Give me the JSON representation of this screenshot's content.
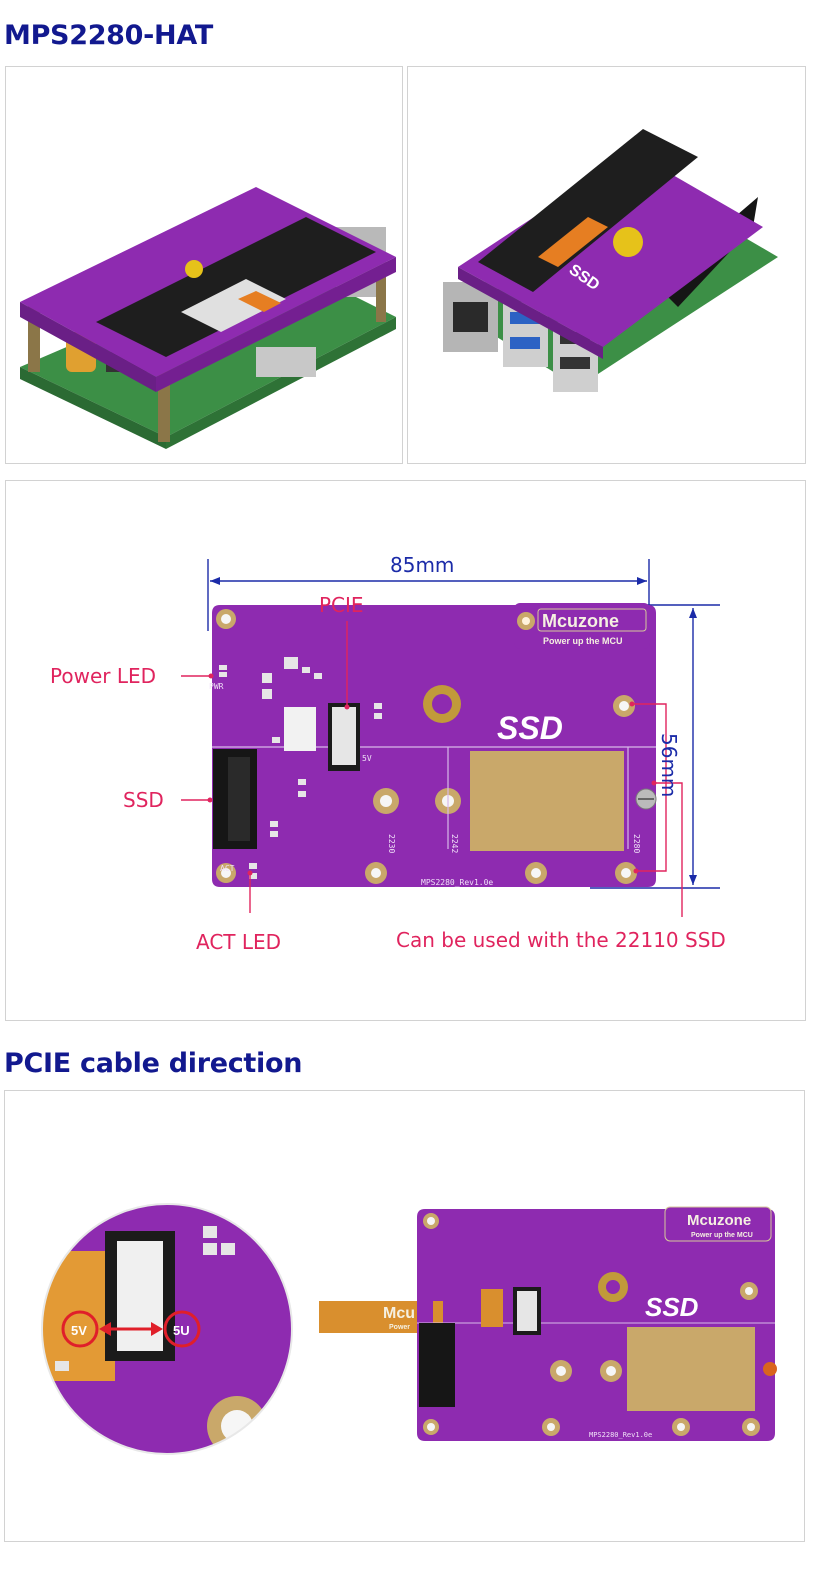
{
  "section1": {
    "title": "MPS2280-HAT"
  },
  "section2": {
    "dimension_width": "85mm",
    "dimension_height": "56mm",
    "labels": {
      "pcie": "PCIE",
      "power_led": "Power LED",
      "ssd": "SSD",
      "act_led": "ACT LED",
      "compat": "Can be used with the 22110 SSD"
    },
    "board": {
      "brand": "Mcuzone",
      "slogan": "Power up the MCU",
      "ssd_marking": "SSD",
      "model": "MPS2280_Rev1.0e",
      "silk_2230": "2230",
      "silk_2242": "2242",
      "silk_2280": "2280",
      "silk_pwr": "PWR",
      "silk_act": "ACT",
      "silk_5v": "5V"
    }
  },
  "section3": {
    "title": "PCIE cable direction",
    "zoom_labels": {
      "left": "5V",
      "right": "5U"
    },
    "cable_brand": "Mcu",
    "cable_slogan": "Power"
  },
  "colors": {
    "title": "#12198f",
    "annotation": "#e0245e",
    "dimension": "#1b2ba8",
    "pcb": "#8e2bb0",
    "gold": "#c9a86a"
  }
}
